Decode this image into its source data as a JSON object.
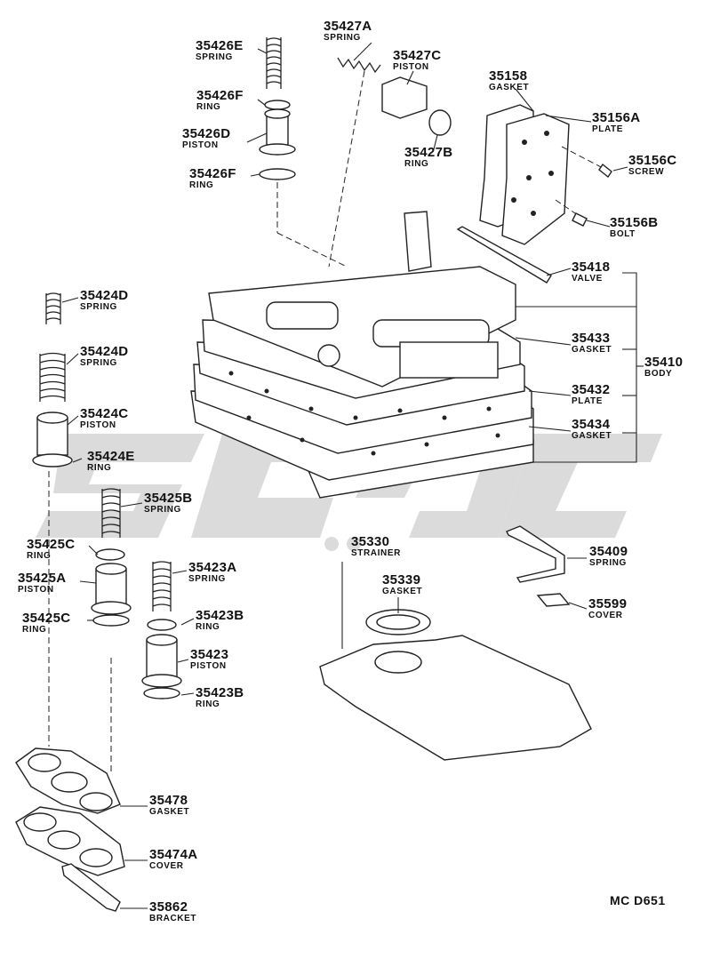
{
  "watermark": "csag",
  "diagram_code": "MC  D651",
  "parts": [
    {
      "id": "p1",
      "number": "35426E",
      "name": "SPRING"
    },
    {
      "id": "p2",
      "number": "35426F",
      "name": "RING"
    },
    {
      "id": "p3",
      "number": "35426D",
      "name": "PISTON"
    },
    {
      "id": "p4",
      "number": "35426F",
      "name": "RING"
    },
    {
      "id": "p5",
      "number": "35427A",
      "name": "SPRING"
    },
    {
      "id": "p6",
      "number": "35427C",
      "name": "PISTON"
    },
    {
      "id": "p7",
      "number": "35427B",
      "name": "RING"
    },
    {
      "id": "p8",
      "number": "35158",
      "name": "GASKET"
    },
    {
      "id": "p9",
      "number": "35156A",
      "name": "PLATE"
    },
    {
      "id": "p10",
      "number": "35156C",
      "name": "SCREW"
    },
    {
      "id": "p11",
      "number": "35156B",
      "name": "BOLT"
    },
    {
      "id": "p12",
      "number": "35418",
      "name": "VALVE"
    },
    {
      "id": "p13",
      "number": "35433",
      "name": "GASKET"
    },
    {
      "id": "p14",
      "number": "35410",
      "name": "BODY"
    },
    {
      "id": "p15",
      "number": "35432",
      "name": "PLATE"
    },
    {
      "id": "p16",
      "number": "35434",
      "name": "GASKET"
    },
    {
      "id": "p17",
      "number": "35424D",
      "name": "SPRING"
    },
    {
      "id": "p18",
      "number": "35424D",
      "name": "SPRING"
    },
    {
      "id": "p19",
      "number": "35424C",
      "name": "PISTON"
    },
    {
      "id": "p20",
      "number": "35424E",
      "name": "RING"
    },
    {
      "id": "p21",
      "number": "35425B",
      "name": "SPRING"
    },
    {
      "id": "p22",
      "number": "35425C",
      "name": "RING"
    },
    {
      "id": "p23",
      "number": "35425A",
      "name": "PISTON"
    },
    {
      "id": "p24",
      "number": "35425C",
      "name": "RING"
    },
    {
      "id": "p25",
      "number": "35423A",
      "name": "SPRING"
    },
    {
      "id": "p26",
      "number": "35423B",
      "name": "RING"
    },
    {
      "id": "p27",
      "number": "35423",
      "name": "PISTON"
    },
    {
      "id": "p28",
      "number": "35423B",
      "name": "RING"
    },
    {
      "id": "p29",
      "number": "35330",
      "name": "STRAINER"
    },
    {
      "id": "p30",
      "number": "35339",
      "name": "GASKET"
    },
    {
      "id": "p31",
      "number": "35409",
      "name": "SPRING"
    },
    {
      "id": "p32",
      "number": "35599",
      "name": "COVER"
    },
    {
      "id": "p33",
      "number": "35478",
      "name": "GASKET"
    },
    {
      "id": "p34",
      "number": "35474A",
      "name": "COVER"
    },
    {
      "id": "p35",
      "number": "35862",
      "name": "BRACKET"
    }
  ]
}
